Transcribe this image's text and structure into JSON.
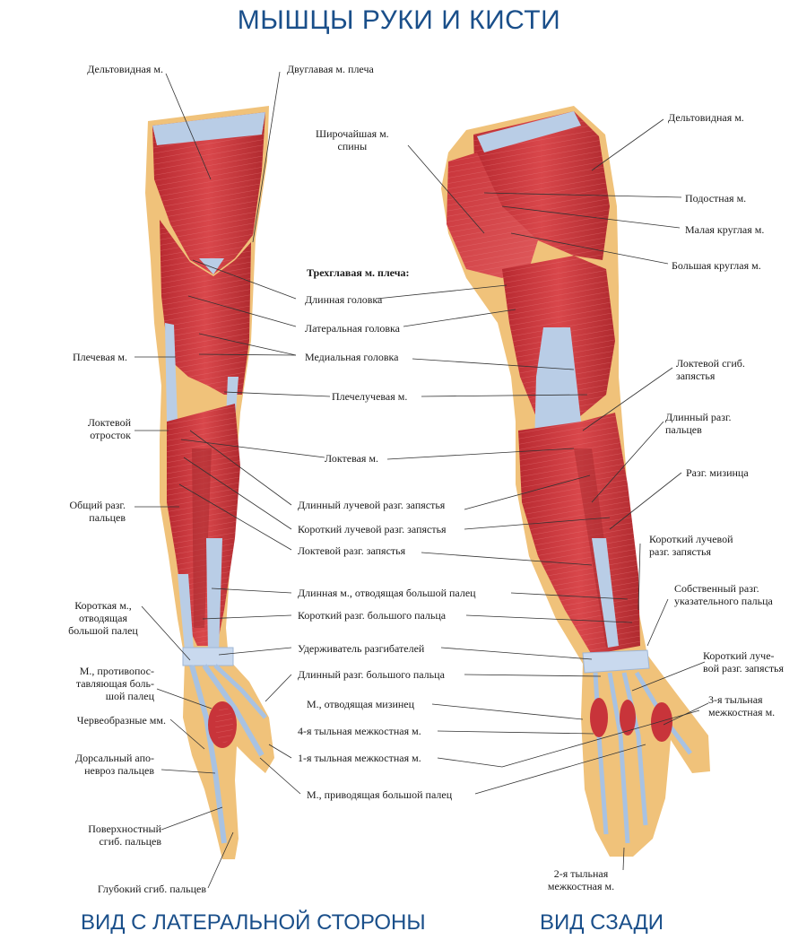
{
  "title": "МЫШЦЫ РУКИ И КИСТИ",
  "captions": {
    "lateral": "ВИД С ЛАТЕРАЛЬНОЙ СТОРОНЫ",
    "posterior": "ВИД СЗАДИ"
  },
  "colors": {
    "title": "#1a4f8a",
    "muscle": "#c8343a",
    "muscle_dark": "#9e2328",
    "tendon": "#b9cde6",
    "skin": "#f0c27a"
  },
  "labels": {
    "deltoid_l": "Дельтовидная м.",
    "biceps": "Двуглавая м. плеча",
    "latissimus": "Широчайшая м.\nспины",
    "deltoid_r": "Дельтовидная м.",
    "infraspinatus": "Подостная м.",
    "teres_minor": "Малая круглая м.",
    "teres_major": "Большая круглая м.",
    "triceps_header": "Трехглавая м. плеча:",
    "long_head": "Длинная головка",
    "lateral_head": "Латеральная головка",
    "medial_head": "Медиальная головка",
    "brachialis": "Плечевая м.",
    "brachioradialis": "Плечелучевая м.",
    "olecranon": "Локтевой\nотросток",
    "fcu": "Локтевой сгиб.\nзапястья",
    "anconeus": "Локтевая м.",
    "edl_r": "Длинный разг.\nпальцев",
    "edc_l": "Общий разг.\nпальцев",
    "edm": "Разг. мизинца",
    "ecrl": "Длинный лучевой разг. запястья",
    "ecrb": "Короткий лучевой разг. запястья",
    "ecu": "Локтевой разг. запястья",
    "ecrb_r": "Короткий лучевой\nразг. запястья",
    "apl": "Длинная м., отводящая большой палец",
    "epb": "Короткий разг. большого пальца",
    "apb": "Короткая м.,\nотводящая\nбольшой палец",
    "eip": "Собственный разг.\nуказательного пальца",
    "retinaculum": "Удерживатель разгибателей",
    "epl": "Длинный разг. большого пальца",
    "ecrb_r2": "Короткий луче-\nвой разг. запястья",
    "opponens": "М., противопос-\nтавляющая боль-\nшой палец",
    "adm": "М., отводящая мизинец",
    "interosseous3": "3-я тыльная\nмежкостная м.",
    "lumbricals": "Червеобразные мм.",
    "interosseous4": "4-я тыльная межкостная м.",
    "dorsal_apon": "Дорсальный апо-\nневроз пальцев",
    "interosseous1": "1-я тыльная межкостная м.",
    "adductor": "М., приводящая большой палец",
    "fds": "Поверхностный\nсгиб. пальцев",
    "interosseous2": "2-я тыльная\nмежкостная м.",
    "fdp": "Глубокий сгиб. пальцев"
  }
}
